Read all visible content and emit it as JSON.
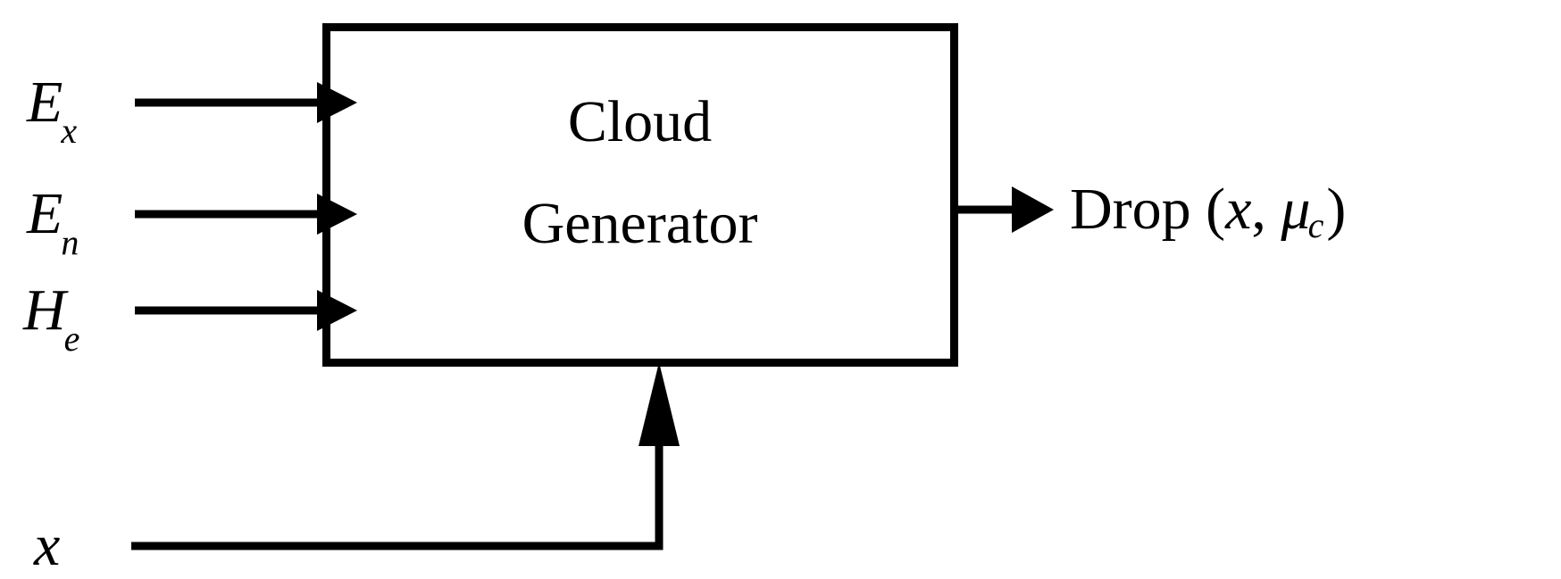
{
  "diagram": {
    "title": "Cloud Generator block diagram",
    "stroke_color": "#000000",
    "background_color": "#ffffff",
    "block": {
      "name": "cloud-generator-block",
      "line1": "Cloud",
      "line2": "Generator"
    },
    "inputs_left": [
      {
        "id": "ex",
        "base": "E",
        "subscript": "x",
        "full": "Ex"
      },
      {
        "id": "en",
        "base": "E",
        "subscript": "n",
        "full": "En"
      },
      {
        "id": "he",
        "base": "H",
        "subscript": "e",
        "full": "He"
      }
    ],
    "input_bottom": {
      "id": "x",
      "base": "x",
      "subscript": "",
      "full": "x"
    },
    "output": {
      "id": "drop",
      "text_prefix": "Drop (",
      "arg1": "x",
      "separator": ", ",
      "arg2_symbol": "μ",
      "arg2_subscript": "c",
      "text_suffix": ")",
      "full": "Drop (x, μc)"
    }
  }
}
